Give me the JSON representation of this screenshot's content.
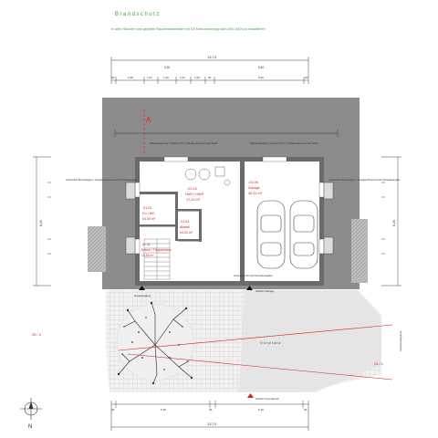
{
  "header": {
    "title": "Brandschutz",
    "note": "In allen Räumen sind geprüfte Rauchmeldemelder mit CE Kennzeichnung nach DIN 14676 zu installieren!"
  },
  "section_marker": "A",
  "dimensions": {
    "top_total": "13,74",
    "top_segments": [
      "30",
      "2,38",
      "1,01",
      "1,26",
      "1,01",
      "1,00",
      "30",
      "5,40",
      "30"
    ],
    "top_mid": [
      "6,30",
      "5,40"
    ],
    "bottom_total": "13,74",
    "bottom_segments": [
      "30",
      "6,30",
      "30",
      "5,40",
      "30"
    ],
    "left_total": "8,24",
    "right_total": "8,24"
  },
  "rooms": [
    {
      "id": "-01.04",
      "name": "HAR / HWR",
      "area": "17,22 m²"
    },
    {
      "id": "-01.05",
      "name": "Garage",
      "area": "40,31 m²"
    },
    {
      "id": "-01.02",
      "name": "Du / WC",
      "area": "04,53 m²"
    },
    {
      "id": "-01.03",
      "name": "Abstell",
      "area": "04,31 m²"
    },
    {
      "id": "-01.01",
      "name": "Entree / Treppenhaus",
      "area": "13,94 m²"
    }
  ],
  "labels": {
    "window_left": "Wandaussparung / Fenster 0,75 / 1,35 Wandelement nach Statik",
    "window_right": "Wandaussparung / Fenster 0,75 / 1,35 Wandelement nach Statik",
    "light_left": "Lichtschacht Betonfertigteil u. Gussgitter/Pressrost nach Herstellerangabe",
    "light_right": "Lichtschacht Betonfertigteil u. Gussgitter/Pressrost nach Herstellerangabe",
    "entry_label": "Hauseingang",
    "garage_entry": "Zufahrt Garage",
    "property_entry": "Zufahrt Grundstück",
    "forecourt": "V o r p l a t z",
    "lot_left": "25 / 2",
    "lot_right": "24 / 1",
    "lot_line": "Grundstücksgrenze",
    "north": "N",
    "roof_note": "Dachüberstand",
    "door_note": "Verbundbereich nach Herstellerangaben"
  },
  "colors": {
    "roof": "#8c8c8c",
    "wall": "#6a6a6a",
    "accent_red": "#d42020",
    "note_green": "#3aa03a"
  }
}
